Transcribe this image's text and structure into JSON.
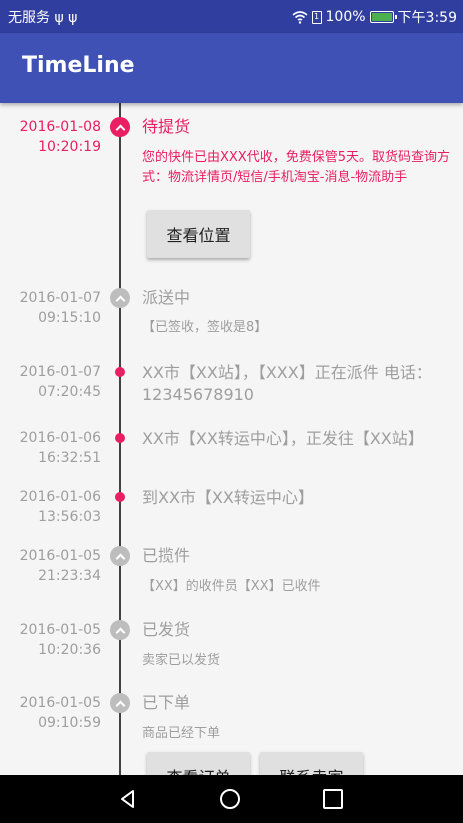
{
  "status_bar": {
    "left_text": "无服务 ψ ψ",
    "battery_text": "100%",
    "time": "下午3:59",
    "sim_label": "1"
  },
  "app_bar": {
    "title": "TimeLine"
  },
  "entries": [
    {
      "date": "2016-01-08",
      "time": "10:20:19",
      "title": "待提货",
      "desc": "您的快件已由XXX代收，免费保管5天。取货码查询方式：物流详情页/短信/手机淘宝-消息-物流助手"
    },
    {
      "date": "2016-01-07",
      "time": "09:15:10",
      "title": "派送中",
      "desc": "【已签收，签收是8】"
    },
    {
      "date": "2016-01-07",
      "time": "07:20:45",
      "title": "XX市【XX站】，【XXX】正在派件 电话：12345678910"
    },
    {
      "date": "2016-01-06",
      "time": "16:32:51",
      "title": "XX市【XX转运中心】，正发往【XX站】"
    },
    {
      "date": "2016-01-06",
      "time": "13:56:03",
      "title": "到XX市【XX转运中心】"
    },
    {
      "date": "2016-01-05",
      "time": "21:23:34",
      "title": "已揽件",
      "desc": "【XX】的收件员【XX】已收件"
    },
    {
      "date": "2016-01-05",
      "time": "10:20:36",
      "title": "已发货",
      "desc": "卖家已以发货"
    },
    {
      "date": "2016-01-05",
      "time": "09:10:59",
      "title": "已下单",
      "desc": "商品已经下单"
    }
  ],
  "buttons": {
    "view_location": "查看位置",
    "view_order": "查看订单",
    "contact_seller": "联系卖家"
  },
  "colors": {
    "status_bar": "#303f9f",
    "app_bar": "#3f51b5",
    "accent": "#e91e63",
    "inactive": "#9e9e9e",
    "line": "#424242"
  },
  "icons": {
    "wifi": "wifi-icon",
    "sim": "sim-icon",
    "battery": "battery-icon",
    "back": "back-icon",
    "home": "home-icon",
    "recent": "recent-apps-icon",
    "collapse": "chevron-up-icon"
  }
}
